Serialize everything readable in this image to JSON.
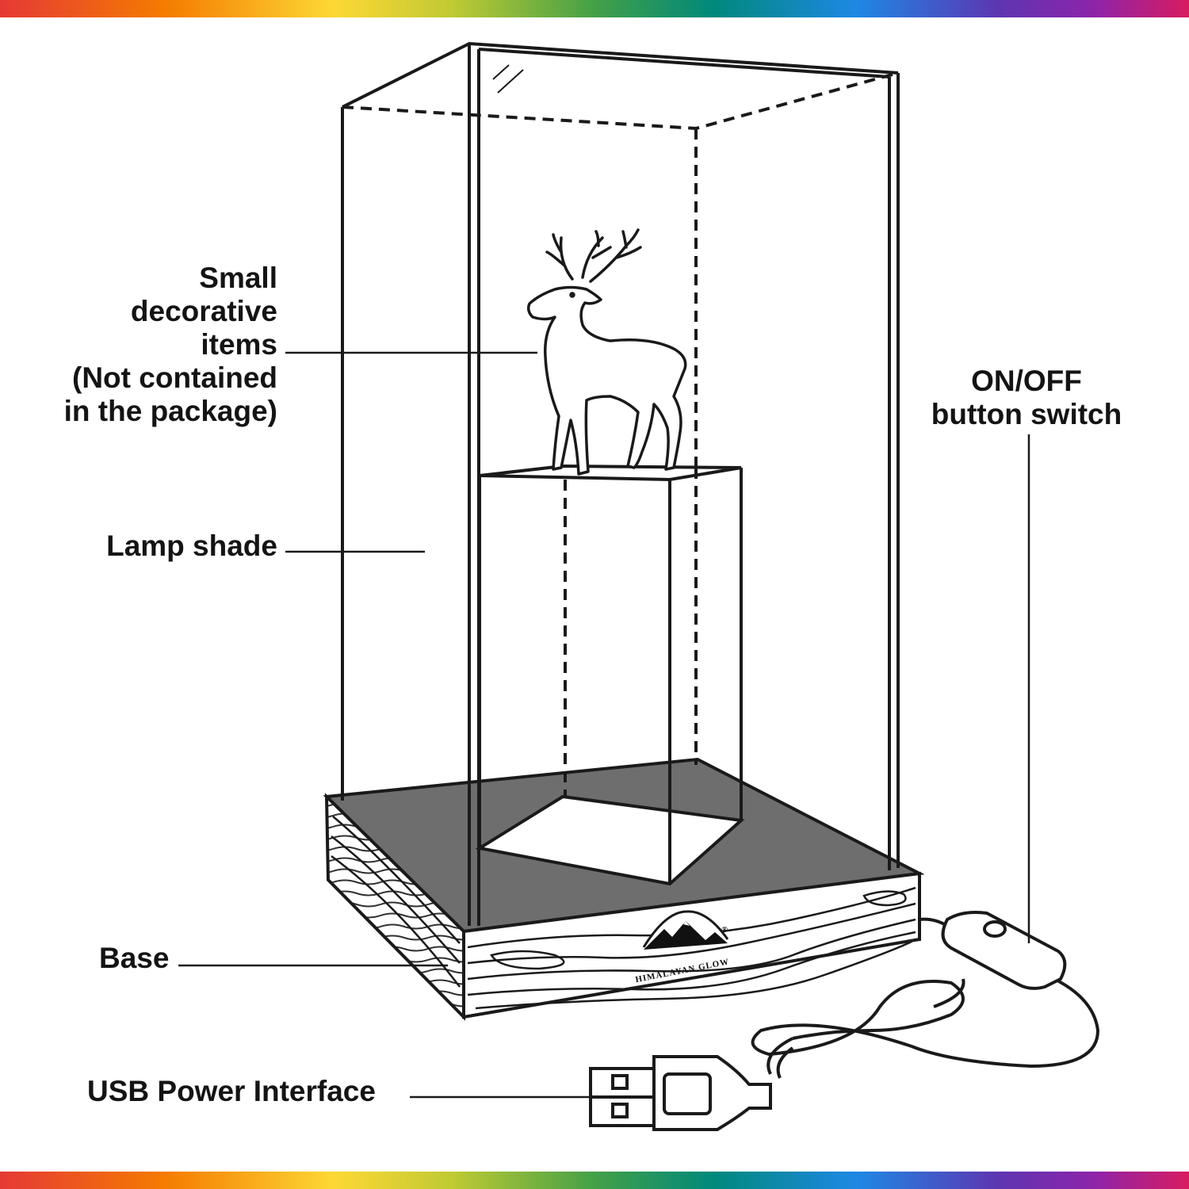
{
  "labels": {
    "decorative": [
      "Small",
      "decorative",
      "items",
      "(Not contained",
      "in the package)"
    ],
    "lamp_shade": "Lamp shade",
    "base": "Base",
    "usb": "USB Power Interface",
    "switch": [
      "ON/OFF",
      "button switch"
    ]
  },
  "brand": {
    "name": "HIMALAYAN GLOW",
    "mark": "®"
  },
  "colors": {
    "line": "#1a1a1a",
    "base_top": "#6e6e6e",
    "text": "#141414"
  },
  "icons": [
    "deer-figurine-icon",
    "mountain-logo-icon",
    "usb-plug-icon",
    "inline-switch-icon"
  ]
}
